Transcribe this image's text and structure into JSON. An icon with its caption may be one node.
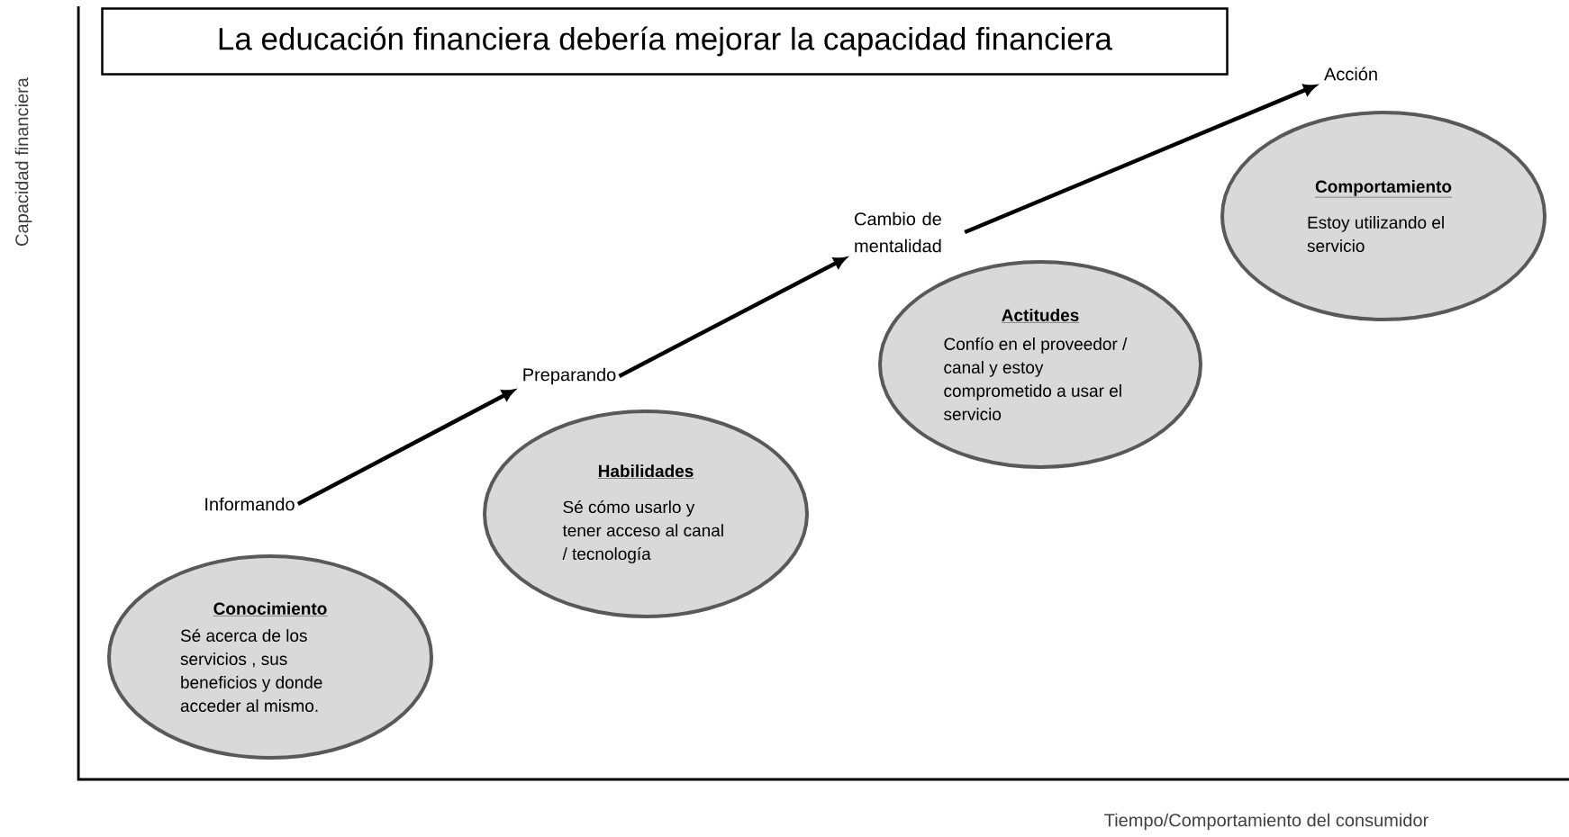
{
  "diagram": {
    "title": "La educación financiera debería mejorar la capacidad financiera",
    "nodes": [
      {
        "text": [
          "Informando"
        ]
      },
      {
        "text": [
          "Conocimiento",
          "Sé acerca de los servicios , sus beneficios y donde acceder al mismo."
        ]
      },
      {
        "text": [
          "Preparando"
        ]
      },
      {
        "text": [
          "Habilidades",
          "Sé cómo usarlo y tener acceso al canal / tecnología"
        ]
      },
      {
        "text": [
          "Cambio de mentalidad"
        ]
      },
      {
        "text": [
          "Actitudes",
          "Confío en el proveedor / canal y estoy comprometido a usar el servicio"
        ]
      },
      {
        "text": [
          "Acción"
        ]
      },
      {
        "text": [
          "Comportamiento",
          "Estoy utilizando el servicio"
        ]
      }
    ],
    "edges": [
      {
        "from": 0,
        "to": 2,
        "arrow": "to"
      },
      {
        "from": 2,
        "to": 4,
        "arrow": "to"
      },
      {
        "from": 4,
        "to": 6,
        "arrow": "to"
      }
    ],
    "labels": [
      "Capacidad financiera",
      "Tiempo/Comportamiento del consumidor"
    ]
  }
}
